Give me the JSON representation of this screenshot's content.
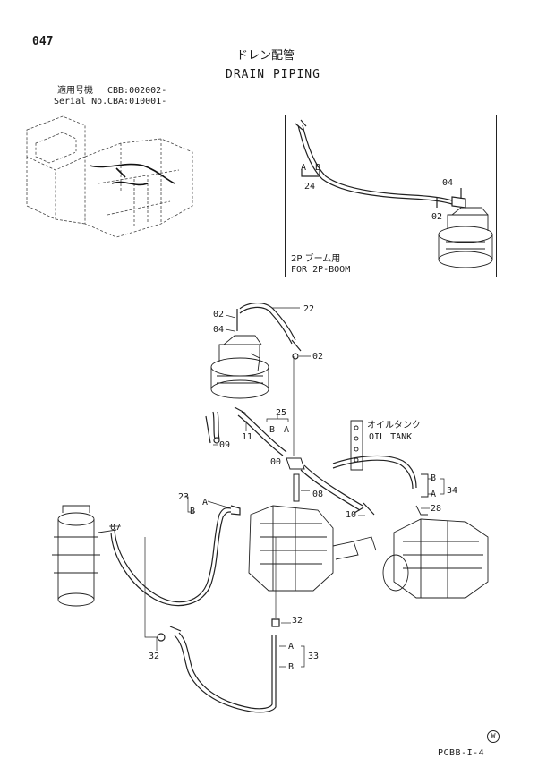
{
  "header": {
    "page_number": "047",
    "title_jp": "ドレン配管",
    "title_en": "DRAIN PIPING"
  },
  "serial": {
    "label_jp": "適用号機",
    "value_jp": "CBB:002002-",
    "label_en": "Serial No.",
    "value_en": "CBA:010001-"
  },
  "inset": {
    "label_jp": "2P ブーム用",
    "label_en": "FOR 2P-BOOM",
    "callouts": {
      "a": "A",
      "b": "B",
      "c24": "24",
      "c04": "04",
      "c02": "02"
    }
  },
  "callouts": {
    "c02_top": "02",
    "c22": "22",
    "c04": "04",
    "c02_right": "02",
    "c25": "25",
    "c25_b": "B",
    "c25_a": "A",
    "c11": "11",
    "c09": "09",
    "c00": "00",
    "c08": "08",
    "c23": "23",
    "c23_a": "A",
    "c23_b": "B",
    "c07": "07",
    "c10": "10",
    "c34_b": "B",
    "c34_a": "A",
    "c34": "34",
    "c28": "28",
    "c32_mid": "32",
    "c32_left": "32",
    "c33_a": "A",
    "c33_b": "B",
    "c33": "33"
  },
  "oil_tank": {
    "label_jp": "オイルタンク",
    "label_en": "OIL TANK"
  },
  "footer": {
    "region_mark": "W",
    "drawing_code": "PCBB-I-4"
  }
}
